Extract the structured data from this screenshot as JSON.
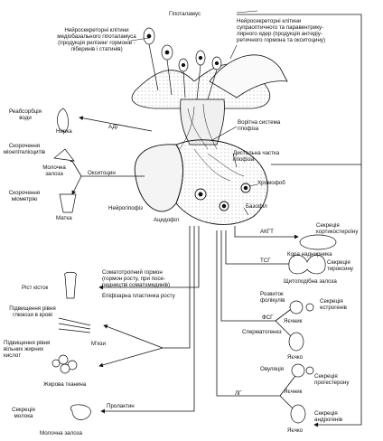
{
  "labels": {
    "hypothalamus": "Гіпоталамус",
    "medio_basal": "Нейросекреторні клітини\nмедіобазального гіпоталамуса\n(продукція рилізинг гормонів -\nліберинів і статинів)",
    "supraoptic": "Нейросекреторні клітини\nсупраоптичного та паравентрику-\nлярного ядер (продукція антидіу-\nретичного гормона та окситоцину)",
    "portal": "Ворітна система\nгіпофіза",
    "distal": "Дистальна частка\nгіпофіза",
    "chromophobe": "Хромофоб",
    "basophil": "Базофіл",
    "acidophil": "Ацидофіл",
    "neurohypophysis": "Нейрогіпофіз",
    "adh": "АДГ",
    "oxytocin": "Окситоцин",
    "water_reabsorption": "Реабсорбція\nводи",
    "kidney": "Нирка",
    "myoepithelial": "Скорочення\nміоепітеліоцитів",
    "mammary": "Молочна\nзалоза",
    "myometrium": "Скорочення\nміометрію",
    "uterus": "Матка",
    "acth": "АКГТ",
    "cortico_secretion": "Секреція\nкортикостероїну",
    "adrenal_cortex": "Кора наднирника",
    "tsh": "ТСГ",
    "thyroxine_secretion": "Секреція\nтироксину",
    "thyroid": "Щитоподібна залоза",
    "follicle_growth": "Розвиток\nфолікулів",
    "fsh": "ФСГ",
    "estrogen_secretion": "Секреція\nестрогенів",
    "ovary_1": "Яєчник",
    "spermatogenesis": "Сперматогенез",
    "testis_1": "Яєчко",
    "ovulation": "Овуляція",
    "lh": "ЛГ",
    "progesterone_secretion": "Секреція\nпрогестерону",
    "ovary_2": "Яєчник",
    "androgen_secretion": "Секреція\nандрогенів",
    "testis_2": "Яєчко",
    "bone_growth": "Ріст кісток",
    "somatotropic": "Соматотропний гормон\n(гормон росту, при посе-\nредництві соматомединів)",
    "epiphyseal": "Епіфізарна пластинка росту",
    "glucose_rise": "Підвищення рівня\nглюкози в крові",
    "muscles": "М'язи",
    "fatty_acids_rise": "Підвищення рівня\nвільних жирних\nкислот",
    "adipose": "Жирова тканина",
    "prolactin": "Пролактин",
    "milk_secretion": "Секреція\nмолока",
    "mammary_2": "Молочна залоза"
  },
  "colors": {
    "ink": "#111111",
    "paper": "#ffffff",
    "tissue": "#eeeeee"
  }
}
